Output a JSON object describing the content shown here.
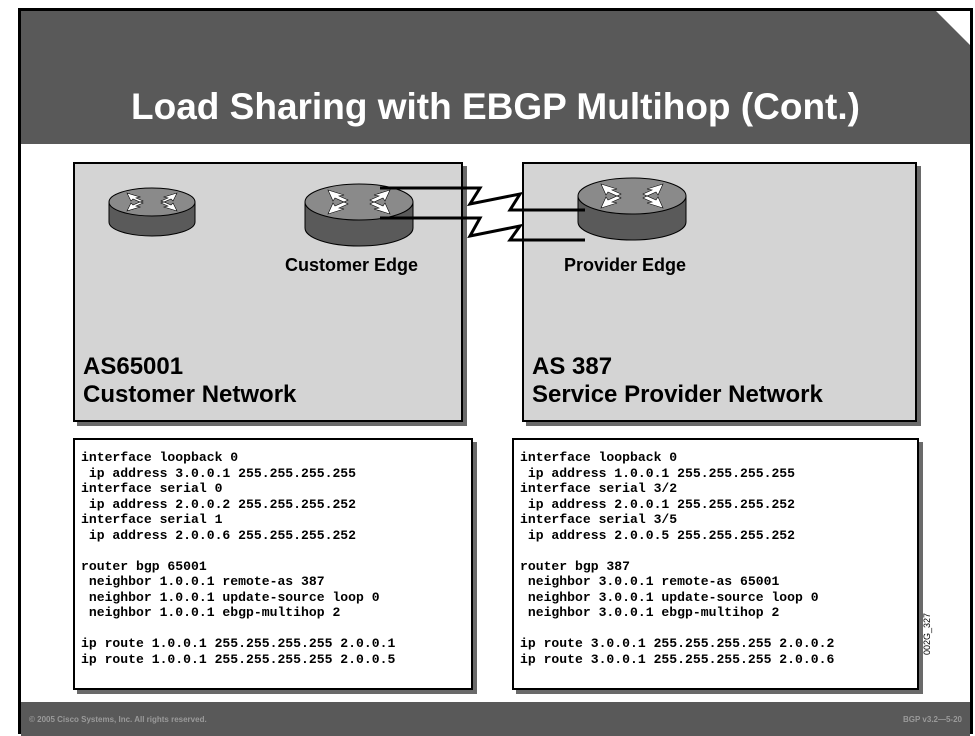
{
  "slide": {
    "title": "Load Sharing with EBGP Multihop (Cont.)"
  },
  "left": {
    "as_line1": "AS65001",
    "as_line2": "Customer Network",
    "device_label": "Customer Edge",
    "config": [
      "interface loopback 0",
      " ip address 3.0.0.1 255.255.255.255",
      "interface serial 0",
      " ip address 2.0.0.2 255.255.255.252",
      "interface serial 1",
      " ip address 2.0.0.6 255.255.255.252",
      "",
      "router bgp 65001",
      " neighbor 1.0.0.1 remote-as 387",
      " neighbor 1.0.0.1 update-source loop 0",
      " neighbor 1.0.0.1 ebgp-multihop 2",
      "",
      "ip route 1.0.0.1 255.255.255.255 2.0.0.1",
      "ip route 1.0.0.1 255.255.255.255 2.0.0.5"
    ]
  },
  "right": {
    "as_line1": "AS 387",
    "as_line2": "Service Provider Network",
    "device_label": "Provider Edge",
    "config": [
      "interface loopback 0",
      " ip address 1.0.0.1 255.255.255.255",
      "interface serial 3/2",
      " ip address 2.0.0.1 255.255.255.252",
      "interface serial 3/5",
      " ip address 2.0.0.5 255.255.255.252",
      "",
      "router bgp 387",
      " neighbor 3.0.0.1 remote-as 65001",
      " neighbor 3.0.0.1 update-source loop 0",
      " neighbor 3.0.0.1 ebgp-multihop 2",
      "",
      "ip route 3.0.0.1 255.255.255.255 2.0.0.2",
      "ip route 3.0.0.1 255.255.255.255 2.0.0.6"
    ]
  },
  "figure_id": "002G_327",
  "footer": {
    "copyright": "© 2005 Cisco Systems, Inc. All rights reserved.",
    "course": "BGP v3.2—5-20"
  },
  "colors": {
    "title_bar": "#595959",
    "panel_fill": "#d4d4d4",
    "shadow": "#6a6a6a"
  }
}
